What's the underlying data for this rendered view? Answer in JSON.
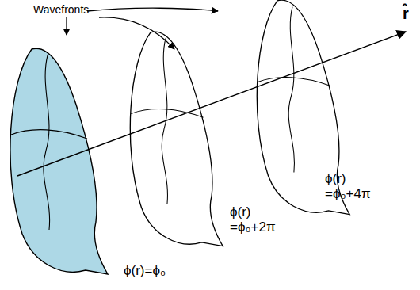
{
  "diagram": {
    "labels": [
      "Wavefronts",
      "r̂",
      "ϕ(r)=ϕ₀",
      "ϕ(r) =ϕ₀+2π",
      "ϕ(r) =ϕ₀+4π"
    ]
  }
}
